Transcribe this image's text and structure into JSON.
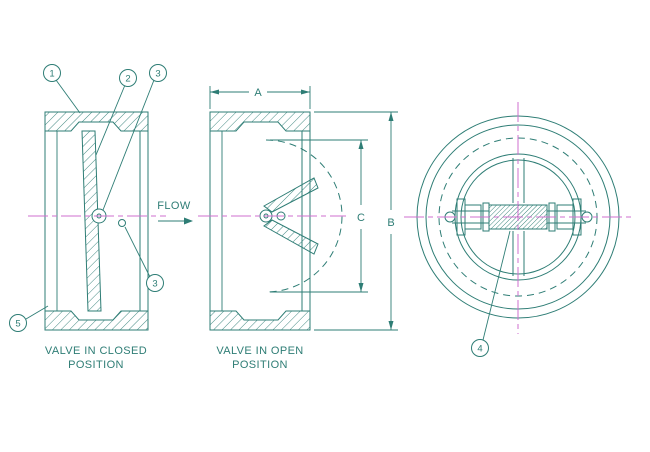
{
  "drawing": {
    "background_color": "#ffffff",
    "line_color": "#2e7d75",
    "centerline_color": "#cf6fcf",
    "flow": {
      "label": "FLOW"
    },
    "captions": {
      "closed_line1": "VALVE IN CLOSED",
      "closed_line2": "POSITION",
      "open_line1": "VALVE IN OPEN",
      "open_line2": "POSITION"
    },
    "dimension_labels": {
      "a": "A",
      "b": "B",
      "c": "C"
    },
    "callouts": {
      "item1": "1",
      "item2": "2",
      "item3_top": "3",
      "item3_bottom": "3",
      "item4": "4",
      "item5": "5"
    }
  }
}
